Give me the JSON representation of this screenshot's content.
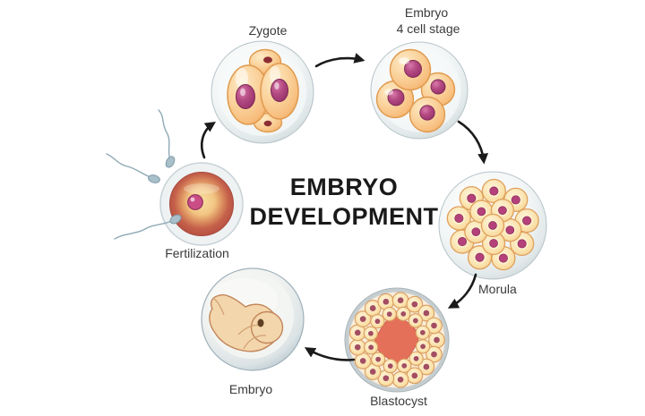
{
  "title": {
    "line1": "EMBRYO",
    "line2": "DEVELOPMENT"
  },
  "stages": {
    "fertilization": {
      "label": "Fertilization"
    },
    "zygote": {
      "label": "Zygote"
    },
    "four_cell": {
      "label_line1": "Embryo",
      "label_line2": "4 cell stage"
    },
    "morula": {
      "label": "Morula"
    },
    "blastocyst": {
      "label": "Blastocyst"
    },
    "embryo": {
      "label": "Embryo"
    }
  },
  "flow_sequence": [
    "Fertilization",
    "Zygote",
    "Embryo 4 cell stage",
    "Morula",
    "Blastocyst",
    "Embryo"
  ],
  "colors": {
    "background": "#ffffff",
    "sphere_rim_gray": "#c6d1d5",
    "cell_peach": "#f8c387",
    "cell_outline": "#e09a4e",
    "nucleus_magenta": "#aa3d77",
    "small_nucleus_dark_red": "#8c2e34",
    "morula_cell_cream": "#fbe2ad",
    "blastocyst_core_salmon": "#e5705a",
    "egg_red_ring": "#bf5848",
    "egg_center_cream": "#f6d996",
    "sperm_gray_blue": "#a9bfca",
    "fetus_skin": "#f3d6ac",
    "arrow_black": "#1b1b1b",
    "label_text": "#3a3a3a",
    "title_text": "#1a1a1a"
  }
}
